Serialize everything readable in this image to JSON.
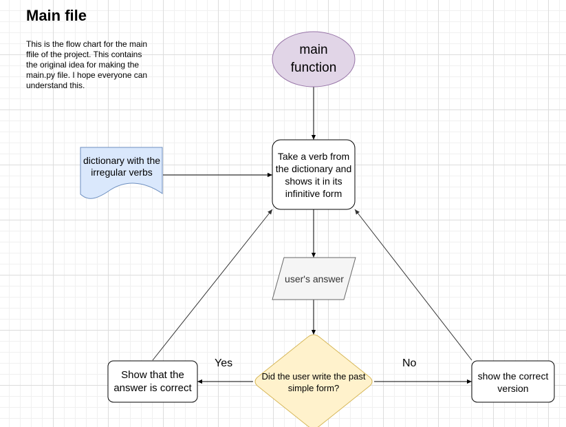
{
  "header": {
    "title": "Main file",
    "description": "This is the flow chart for the main ffile of the project. This contains the original idea for making the main.py file. I hope everyone can understand this."
  },
  "nodes": {
    "start": {
      "label": "main function"
    },
    "take_verb": {
      "label": "Take a verb from the dictionary and shows it in its infinitive form"
    },
    "dictionary": {
      "label": "dictionary with the irregular verbs"
    },
    "user_answer": {
      "label": "user's answer"
    },
    "decision": {
      "label": "Did the user write the past simple form?"
    },
    "correct": {
      "label": "Show that the answer is correct"
    },
    "show_version": {
      "label": "show the correct version"
    }
  },
  "edges": {
    "yes_label": "Yes",
    "no_label": "No"
  },
  "colors": {
    "start_fill": "#e1d5e7",
    "start_stroke": "#9673a6",
    "document_fill": "#dae8fc",
    "document_stroke": "#6c8ebf",
    "io_fill": "#f5f5f5",
    "io_stroke": "#666666",
    "decision_fill": "#fff2cc",
    "decision_stroke": "#d6b656"
  }
}
